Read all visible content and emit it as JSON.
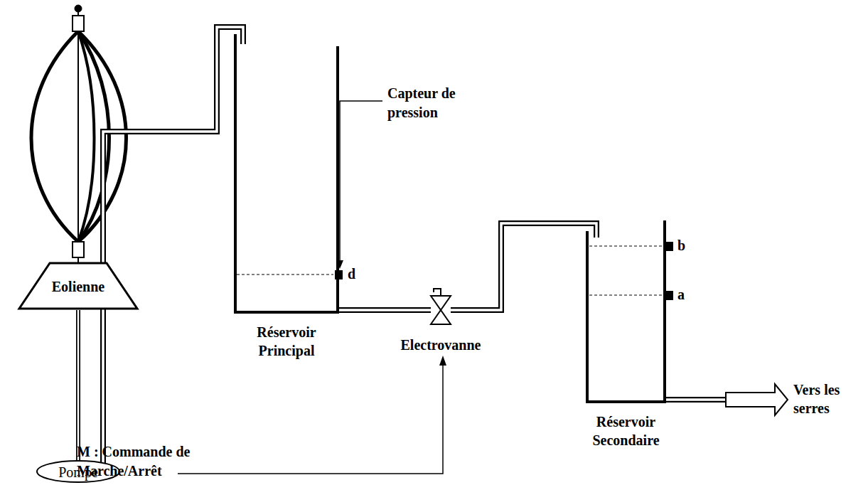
{
  "diagram": {
    "nodes": [
      {
        "text": [
          "Eolienne"
        ]
      },
      {
        "text": [
          "Pompe"
        ]
      },
      {
        "text": [
          "Réservoir Principal"
        ]
      },
      {
        "text": [
          "Electrovanne"
        ]
      },
      {
        "text": [
          "Réservoir Secondaire"
        ]
      },
      {
        "text": [
          "Vers les serres"
        ]
      }
    ],
    "edges": [
      {
        "from": 0,
        "to": 1,
        "arrow": "none"
      },
      {
        "from": 1,
        "to": 2,
        "arrow": "none"
      },
      {
        "from": 2,
        "to": 3,
        "arrow": "none"
      },
      {
        "from": 3,
        "to": 4,
        "arrow": "none"
      },
      {
        "from": 4,
        "to": 5,
        "arrow": "none"
      }
    ],
    "labels": [
      "Capteur de pression",
      "d",
      "b",
      "a",
      "M : Commande de Marche/Arrêt"
    ]
  }
}
